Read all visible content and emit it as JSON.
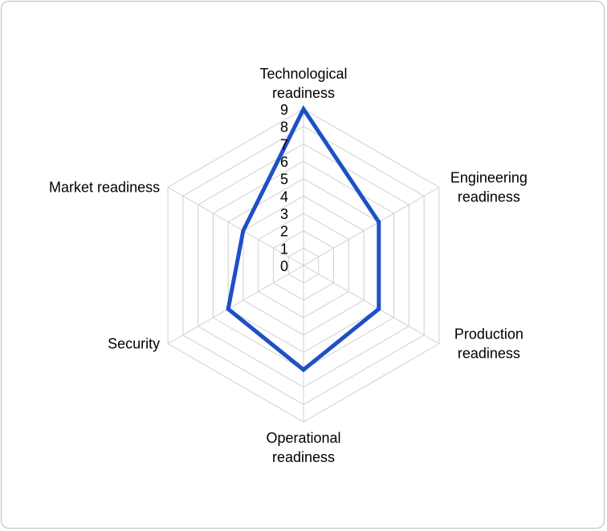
{
  "chart_data": {
    "type": "radar",
    "categories": [
      [
        "Technological",
        "readiness"
      ],
      [
        "Engineering",
        "readiness"
      ],
      [
        "Production",
        "readiness"
      ],
      [
        "Operational",
        "readiness"
      ],
      [
        "Security"
      ],
      [
        "Market readiness"
      ]
    ],
    "series": [
      {
        "values": [
          9,
          5,
          5,
          6,
          5,
          4
        ],
        "color": "#1f4fc8"
      }
    ],
    "rlim": [
      0,
      9
    ],
    "ticks": [
      "0",
      "1",
      "2",
      "3",
      "4",
      "5",
      "6",
      "7",
      "8",
      "9"
    ],
    "grid_color": "#d0d0d0",
    "grid": true
  }
}
